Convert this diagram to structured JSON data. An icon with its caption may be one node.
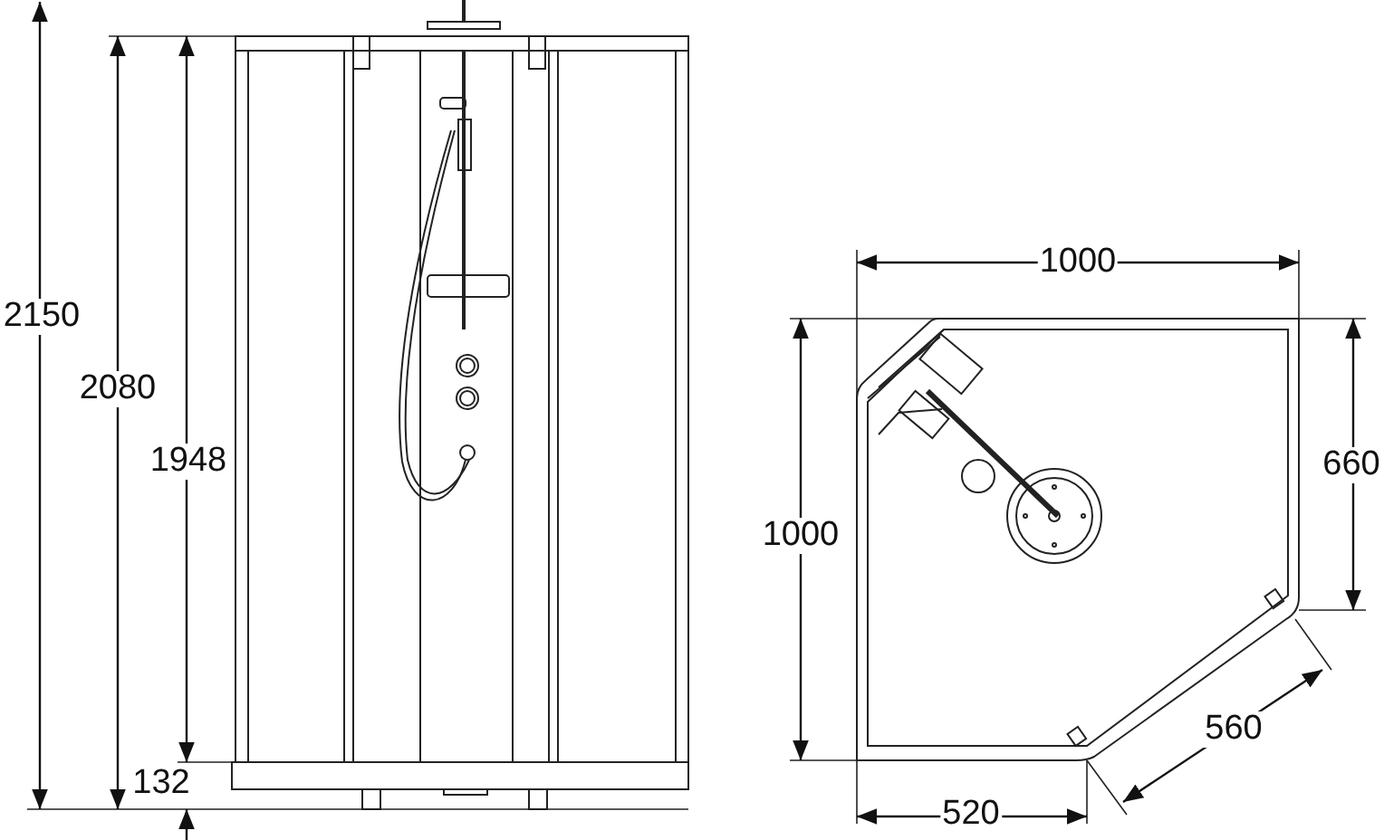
{
  "diagram": {
    "labels": [
      "2150",
      "2080",
      "1948",
      "132",
      "1000",
      "1000",
      "660",
      "560",
      "520"
    ]
  }
}
